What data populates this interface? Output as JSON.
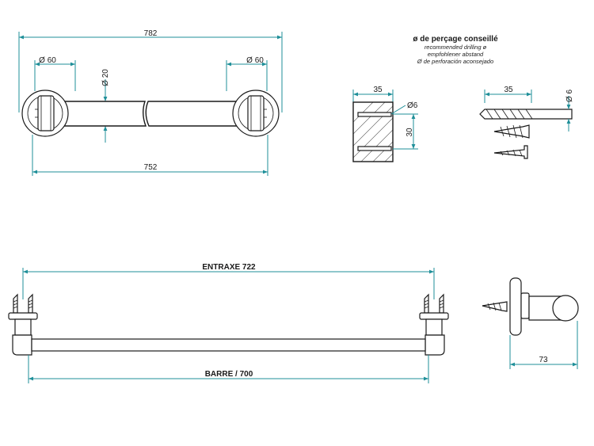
{
  "dimensions": {
    "overall_length": "782",
    "left_rosette_dia": "Ø 60",
    "right_rosette_dia": "Ø 60",
    "bar_dia": "Ø 20",
    "center_length": "752",
    "block_width": "35",
    "block_hole_dia": "Ø6",
    "block_height": "30",
    "drill_depth": "35",
    "drill_dia": "Ø 6",
    "entraxe": "ENTRAXE 722",
    "barre": "BARRE / 700",
    "projection": "73"
  },
  "drilling_note": {
    "title": "ø de perçage conseillé",
    "en": "recommended drilling ø",
    "de": "empfohlener abstand",
    "es": "Ø de perforación aconsejado"
  },
  "colors": {
    "dimension": "#1f8f99",
    "outline": "#1a1a1a"
  }
}
